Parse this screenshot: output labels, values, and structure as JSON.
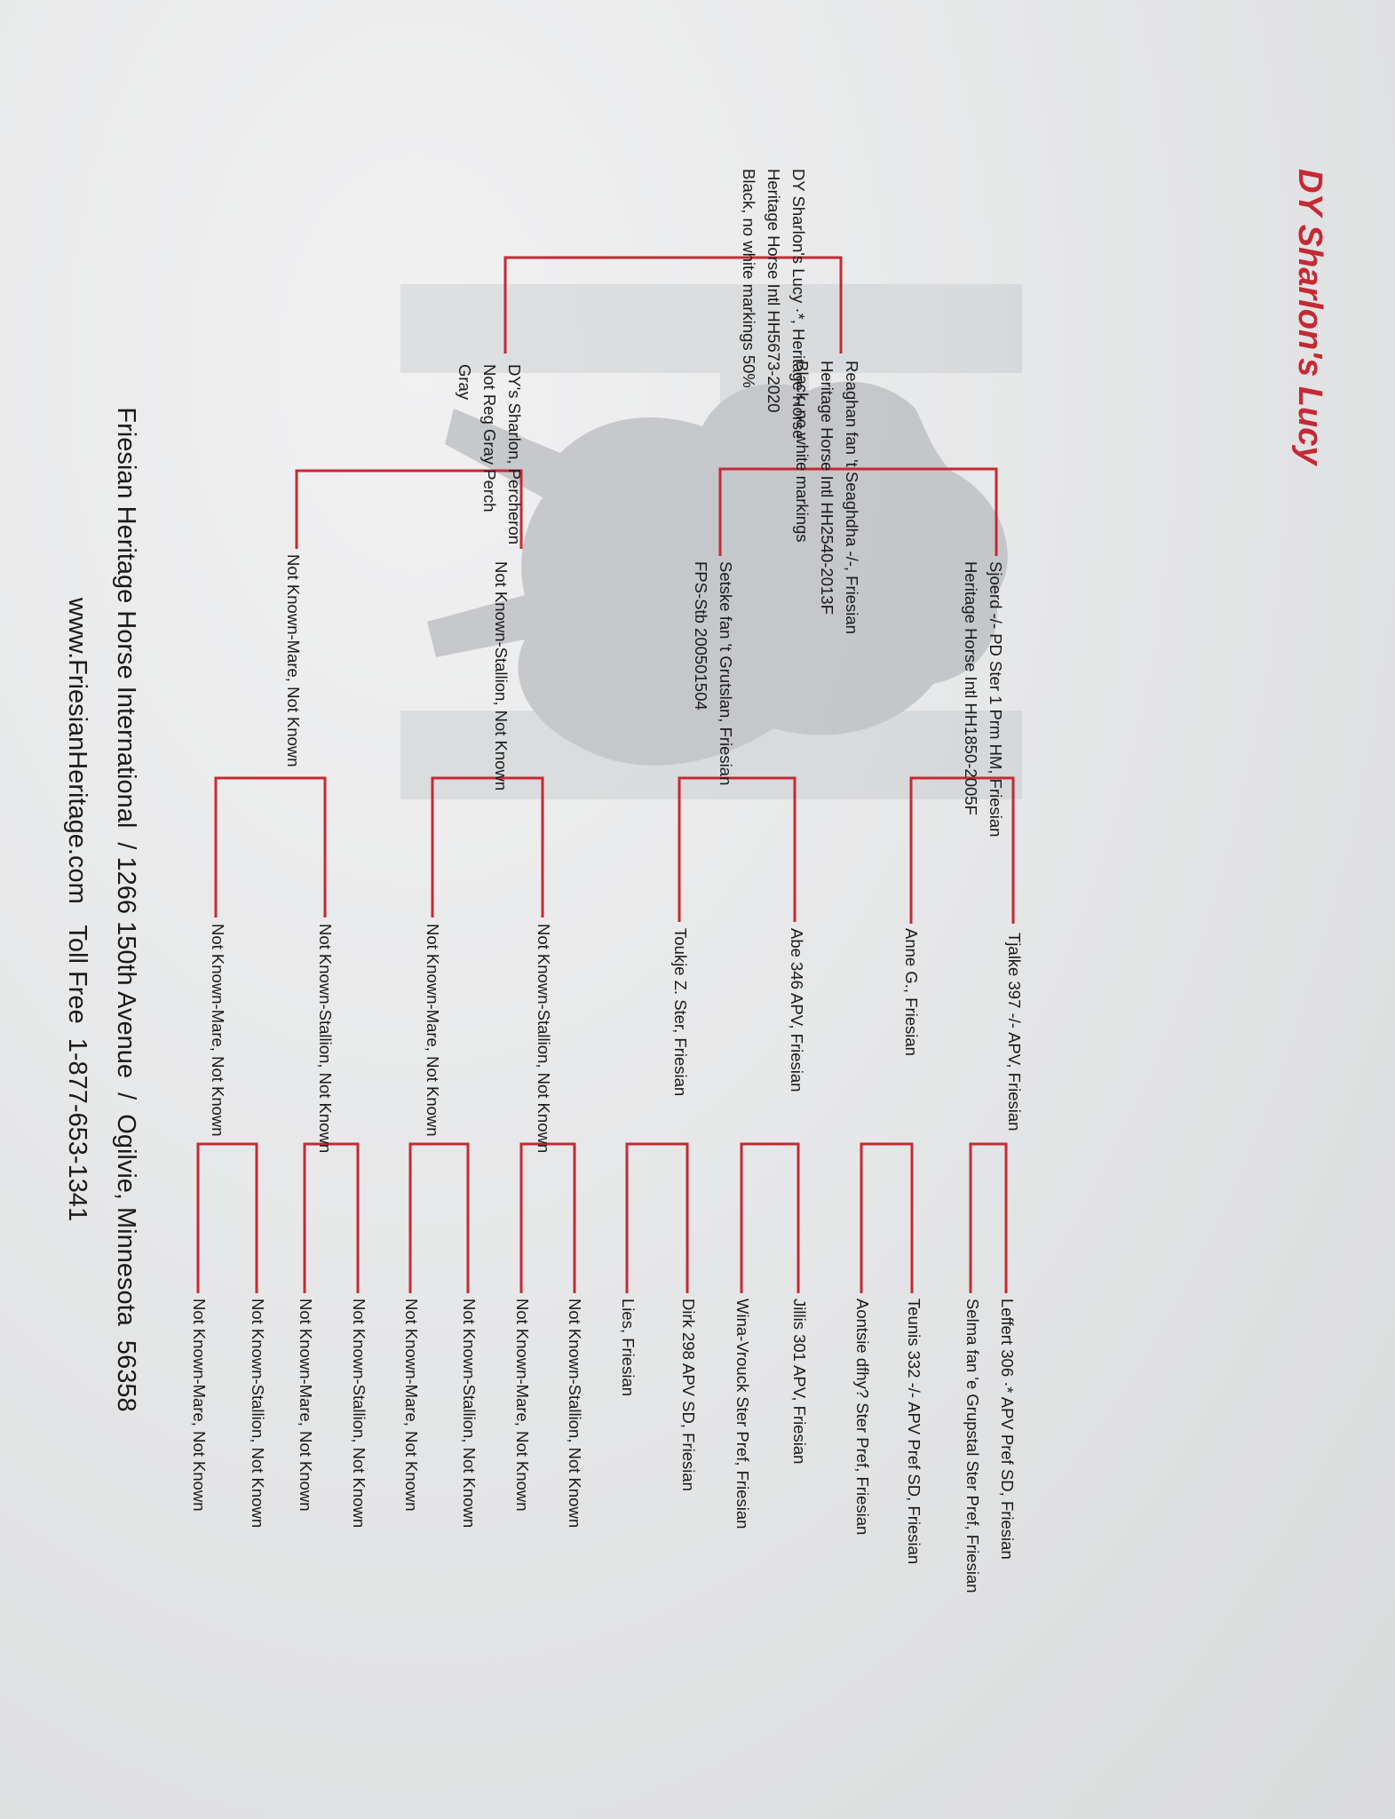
{
  "title": "DY Sharlon's Lucy",
  "subject": {
    "name": "DY Sharlon's Lucy ·*, Heritage Horse",
    "registry": "Heritage Horse Intl HH5673-2020",
    "color": "Black, no white markings 50%"
  },
  "sire": {
    "name": "Reaghan fan 't Seaghdha -/-, Friesian",
    "registry": "Heritage Horse Intl HH2540-2013F",
    "color": "Black, no white markings"
  },
  "dam": {
    "name": "DY's Sharlon, Percheron",
    "registry": "Not Reg Gray Perch",
    "color": "Gray"
  },
  "grandparents": {
    "sire_sire": {
      "name": "Sjoerd -/- PD Ster 1 Prm HM, Friesian",
      "registry": "Heritage Horse Intl HH1850-2005F"
    },
    "sire_dam": {
      "name": "Setske fan 't Grutslan, Friesian",
      "registry": "FPS-Stb 200501504"
    },
    "dam_sire": {
      "name": "Not Known-Stallion, Not Known"
    },
    "dam_dam": {
      "name": "Not Known-Mare, Not Known"
    }
  },
  "great_grandparents": [
    "Tjalke 397 -/- APV, Friesian",
    "Anne G., Friesian",
    "Abe 346 APV, Friesian",
    "Toukje Z. Ster, Friesian",
    "Not Known-Stallion, Not Known",
    "Not Known-Mare, Not Known",
    "Not Known-Stallion, Not Known",
    "Not Known-Mare, Not Known"
  ],
  "great_great_grandparents": [
    "Leffert 306 ·* APV Pref SD, Friesian",
    "Selma fan 'e Grupstal Ster Pref, Friesian",
    "Teunis 332 -/- APV Pref SD, Friesian",
    "Aontsie dfhy? Ster Pref, Friesian",
    "Jillis 301 APV, Friesian",
    "Wina-Vrouck Ster Pref, Friesian",
    "Dirk 298 APV SD, Friesian",
    "Lies, Friesian",
    "Not Known-Stallion, Not Known",
    "Not Known-Mare, Not Known",
    "Not Known-Stallion, Not Known",
    "Not Known-Mare, Not Known",
    "Not Known-Stallion, Not Known",
    "Not Known-Mare, Not Known",
    "Not Known-Stallion, Not Known",
    "Not Known-Mare, Not Known"
  ],
  "footer": {
    "address": "Friesian Heritage Horse International  / 1266 150th Avenue  /  Ogilvie, Minnesota  56358",
    "contact": "www.FriesianHeritage.com   Toll Free  1-877-653-1341"
  },
  "colors": {
    "accent": "#c42a34",
    "watermark": "#b9bcc0"
  }
}
